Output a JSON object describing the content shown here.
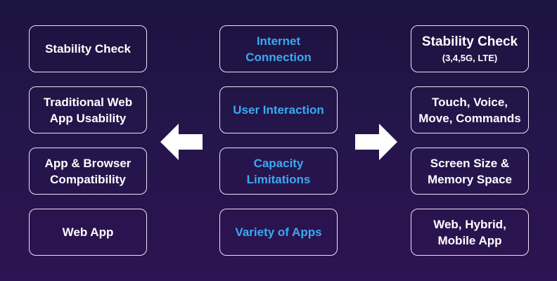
{
  "left_column": {
    "items": [
      {
        "label": "Stability Check"
      },
      {
        "label": "Traditional Web App Usability"
      },
      {
        "label": "App & Browser Compatibility"
      },
      {
        "label": "Web App"
      }
    ]
  },
  "middle_column": {
    "items": [
      {
        "label": "Internet Connection"
      },
      {
        "label": "User Interaction"
      },
      {
        "label": "Capacity Limitations"
      },
      {
        "label": "Variety of Apps"
      }
    ]
  },
  "right_column": {
    "items": [
      {
        "label": "Stability Check",
        "sub": "(3,4,5G, LTE)"
      },
      {
        "label": "Touch, Voice, Move, Commands"
      },
      {
        "label": "Screen Size & Memory Space"
      },
      {
        "label": "Web, Hybrid, Mobile App"
      }
    ]
  },
  "colors": {
    "background_top": "#1c1440",
    "background_bottom": "#2d1452",
    "box_border": "#e9e4f5",
    "middle_text": "#3aa9f2",
    "side_text": "#ffffff",
    "arrow_fill": "#ffffff"
  },
  "icons": {
    "left_arrow": "arrow-left-icon",
    "right_arrow": "arrow-right-icon"
  }
}
